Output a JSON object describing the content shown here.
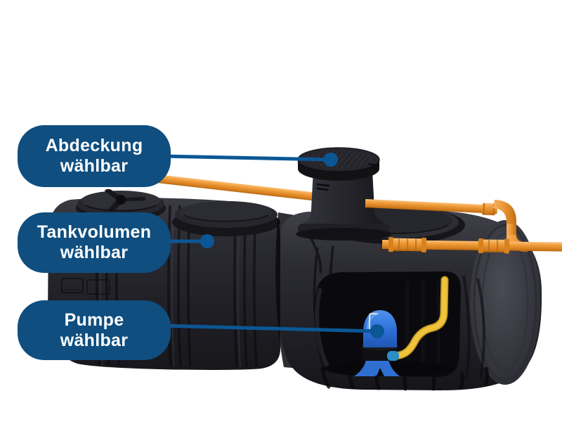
{
  "callouts": [
    {
      "lines": [
        "Abdeckung",
        "wählbar"
      ],
      "target": "manhole-cover"
    },
    {
      "lines": [
        "Tankvolumen",
        "wählbar"
      ],
      "target": "tank-body"
    },
    {
      "lines": [
        "Pumpe",
        "wählbar"
      ],
      "target": "pump"
    }
  ],
  "colors": {
    "background": "#ffffff",
    "callout_bg": "#0f4e7f",
    "callout_text": "#ffffff",
    "leader_line": "#0b5795",
    "pipe_orange": "#ee9833",
    "pump_blue": "#2f74da",
    "hose_yellow": "#f0c33c",
    "tank_black": "#202026"
  }
}
